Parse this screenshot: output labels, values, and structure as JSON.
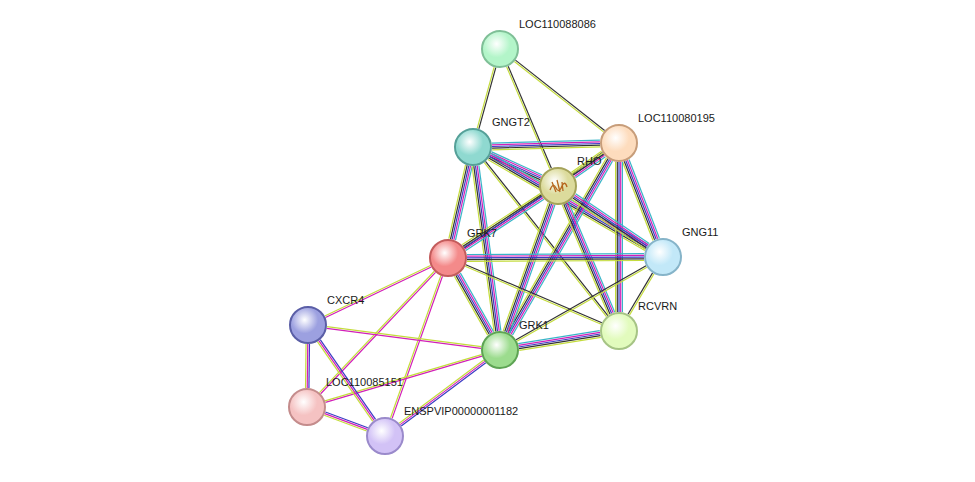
{
  "diagram": {
    "nodes": [
      {
        "text": [
          "LOC110088086"
        ]
      },
      {
        "text": [
          "GNGT2"
        ]
      },
      {
        "text": [
          "LOC110080195"
        ]
      },
      {
        "text": [
          "RHO"
        ]
      },
      {
        "text": [
          "GRK7"
        ]
      },
      {
        "text": [
          "GNG11"
        ]
      },
      {
        "text": [
          "CXCR4"
        ]
      },
      {
        "text": [
          "RCVRN"
        ]
      },
      {
        "text": [
          "GRK1"
        ]
      },
      {
        "text": [
          "LOC110085151"
        ]
      },
      {
        "text": [
          "ENSPVIP00000001182"
        ]
      }
    ],
    "edges": [
      {
        "from": 0,
        "to": 1,
        "arrow": "none"
      },
      {
        "from": 0,
        "to": 2,
        "arrow": "none"
      },
      {
        "from": 0,
        "to": 3,
        "arrow": "none"
      },
      {
        "from": 1,
        "to": 2,
        "arrow": "none"
      },
      {
        "from": 1,
        "to": 3,
        "arrow": "none"
      },
      {
        "from": 1,
        "to": 5,
        "arrow": "none"
      },
      {
        "from": 1,
        "to": 4,
        "arrow": "none"
      },
      {
        "from": 1,
        "to": 8,
        "arrow": "none"
      },
      {
        "from": 1,
        "to": 7,
        "arrow": "none"
      },
      {
        "from": 2,
        "to": 3,
        "arrow": "none"
      },
      {
        "from": 2,
        "to": 5,
        "arrow": "none"
      },
      {
        "from": 2,
        "to": 7,
        "arrow": "none"
      },
      {
        "from": 2,
        "to": 8,
        "arrow": "none"
      },
      {
        "from": 2,
        "to": 4,
        "arrow": "none"
      },
      {
        "from": 3,
        "to": 4,
        "arrow": "none"
      },
      {
        "from": 3,
        "to": 5,
        "arrow": "none"
      },
      {
        "from": 3,
        "to": 8,
        "arrow": "none"
      },
      {
        "from": 3,
        "to": 7,
        "arrow": "none"
      },
      {
        "from": 4,
        "to": 5,
        "arrow": "none"
      },
      {
        "from": 4,
        "to": 7,
        "arrow": "none"
      },
      {
        "from": 4,
        "to": 8,
        "arrow": "none"
      },
      {
        "from": 4,
        "to": 6,
        "arrow": "none"
      },
      {
        "from": 4,
        "to": 9,
        "arrow": "none"
      },
      {
        "from": 4,
        "to": 10,
        "arrow": "none"
      },
      {
        "from": 5,
        "to": 8,
        "arrow": "none"
      },
      {
        "from": 5,
        "to": 7,
        "arrow": "none"
      },
      {
        "from": 8,
        "to": 7,
        "arrow": "none"
      },
      {
        "from": 8,
        "to": 6,
        "arrow": "none"
      },
      {
        "from": 8,
        "to": 9,
        "arrow": "none"
      },
      {
        "from": 8,
        "to": 10,
        "arrow": "none"
      },
      {
        "from": 6,
        "to": 9,
        "arrow": "none"
      },
      {
        "from": 6,
        "to": 10,
        "arrow": "none"
      },
      {
        "from": 9,
        "to": 10,
        "arrow": "none"
      }
    ]
  }
}
